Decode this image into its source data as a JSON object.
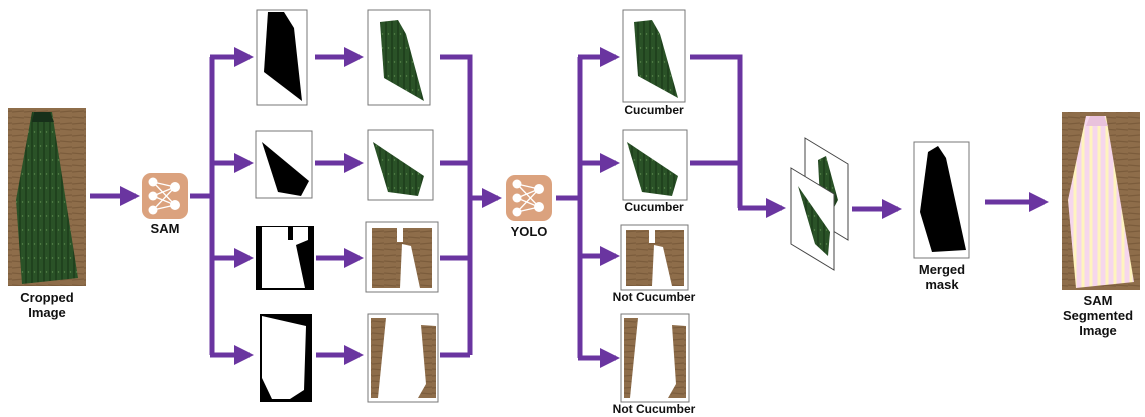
{
  "labels": {
    "input": "Cropped\nImage",
    "sam": "SAM",
    "yolo": "YOLO",
    "class_1": "Cucumber",
    "class_2": "Cucumber",
    "class_3": "Not Cucumber",
    "class_4": "Not Cucumber",
    "merged": "Merged\nmask",
    "output": "SAM\nSegmented\nImage"
  },
  "colors": {
    "arrow": "#6a35a0",
    "model_box": "#dba27e",
    "cucumber_dark": "#1f3d1c",
    "cucumber_mid": "#2e5a2a",
    "background_wood": "#8a6a48",
    "mask_black": "#000000",
    "overlay_pink": "#f3d3ea",
    "overlay_yellow": "#fff7c0"
  },
  "icons": {
    "sam": "neural-network-icon",
    "yolo": "neural-network-icon"
  }
}
